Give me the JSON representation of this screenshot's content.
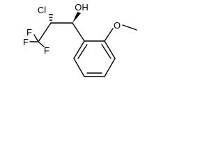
{
  "atom_labels": {
    "chlorine": "Cl",
    "hydroxyl": "OH",
    "fluorine_top": "F",
    "fluorine_left": "F",
    "fluorine_bottom": "F",
    "methoxy_oxygen": "O"
  },
  "colors": {
    "bond": "#000000",
    "text": "#000000",
    "background": "#ffffff"
  }
}
